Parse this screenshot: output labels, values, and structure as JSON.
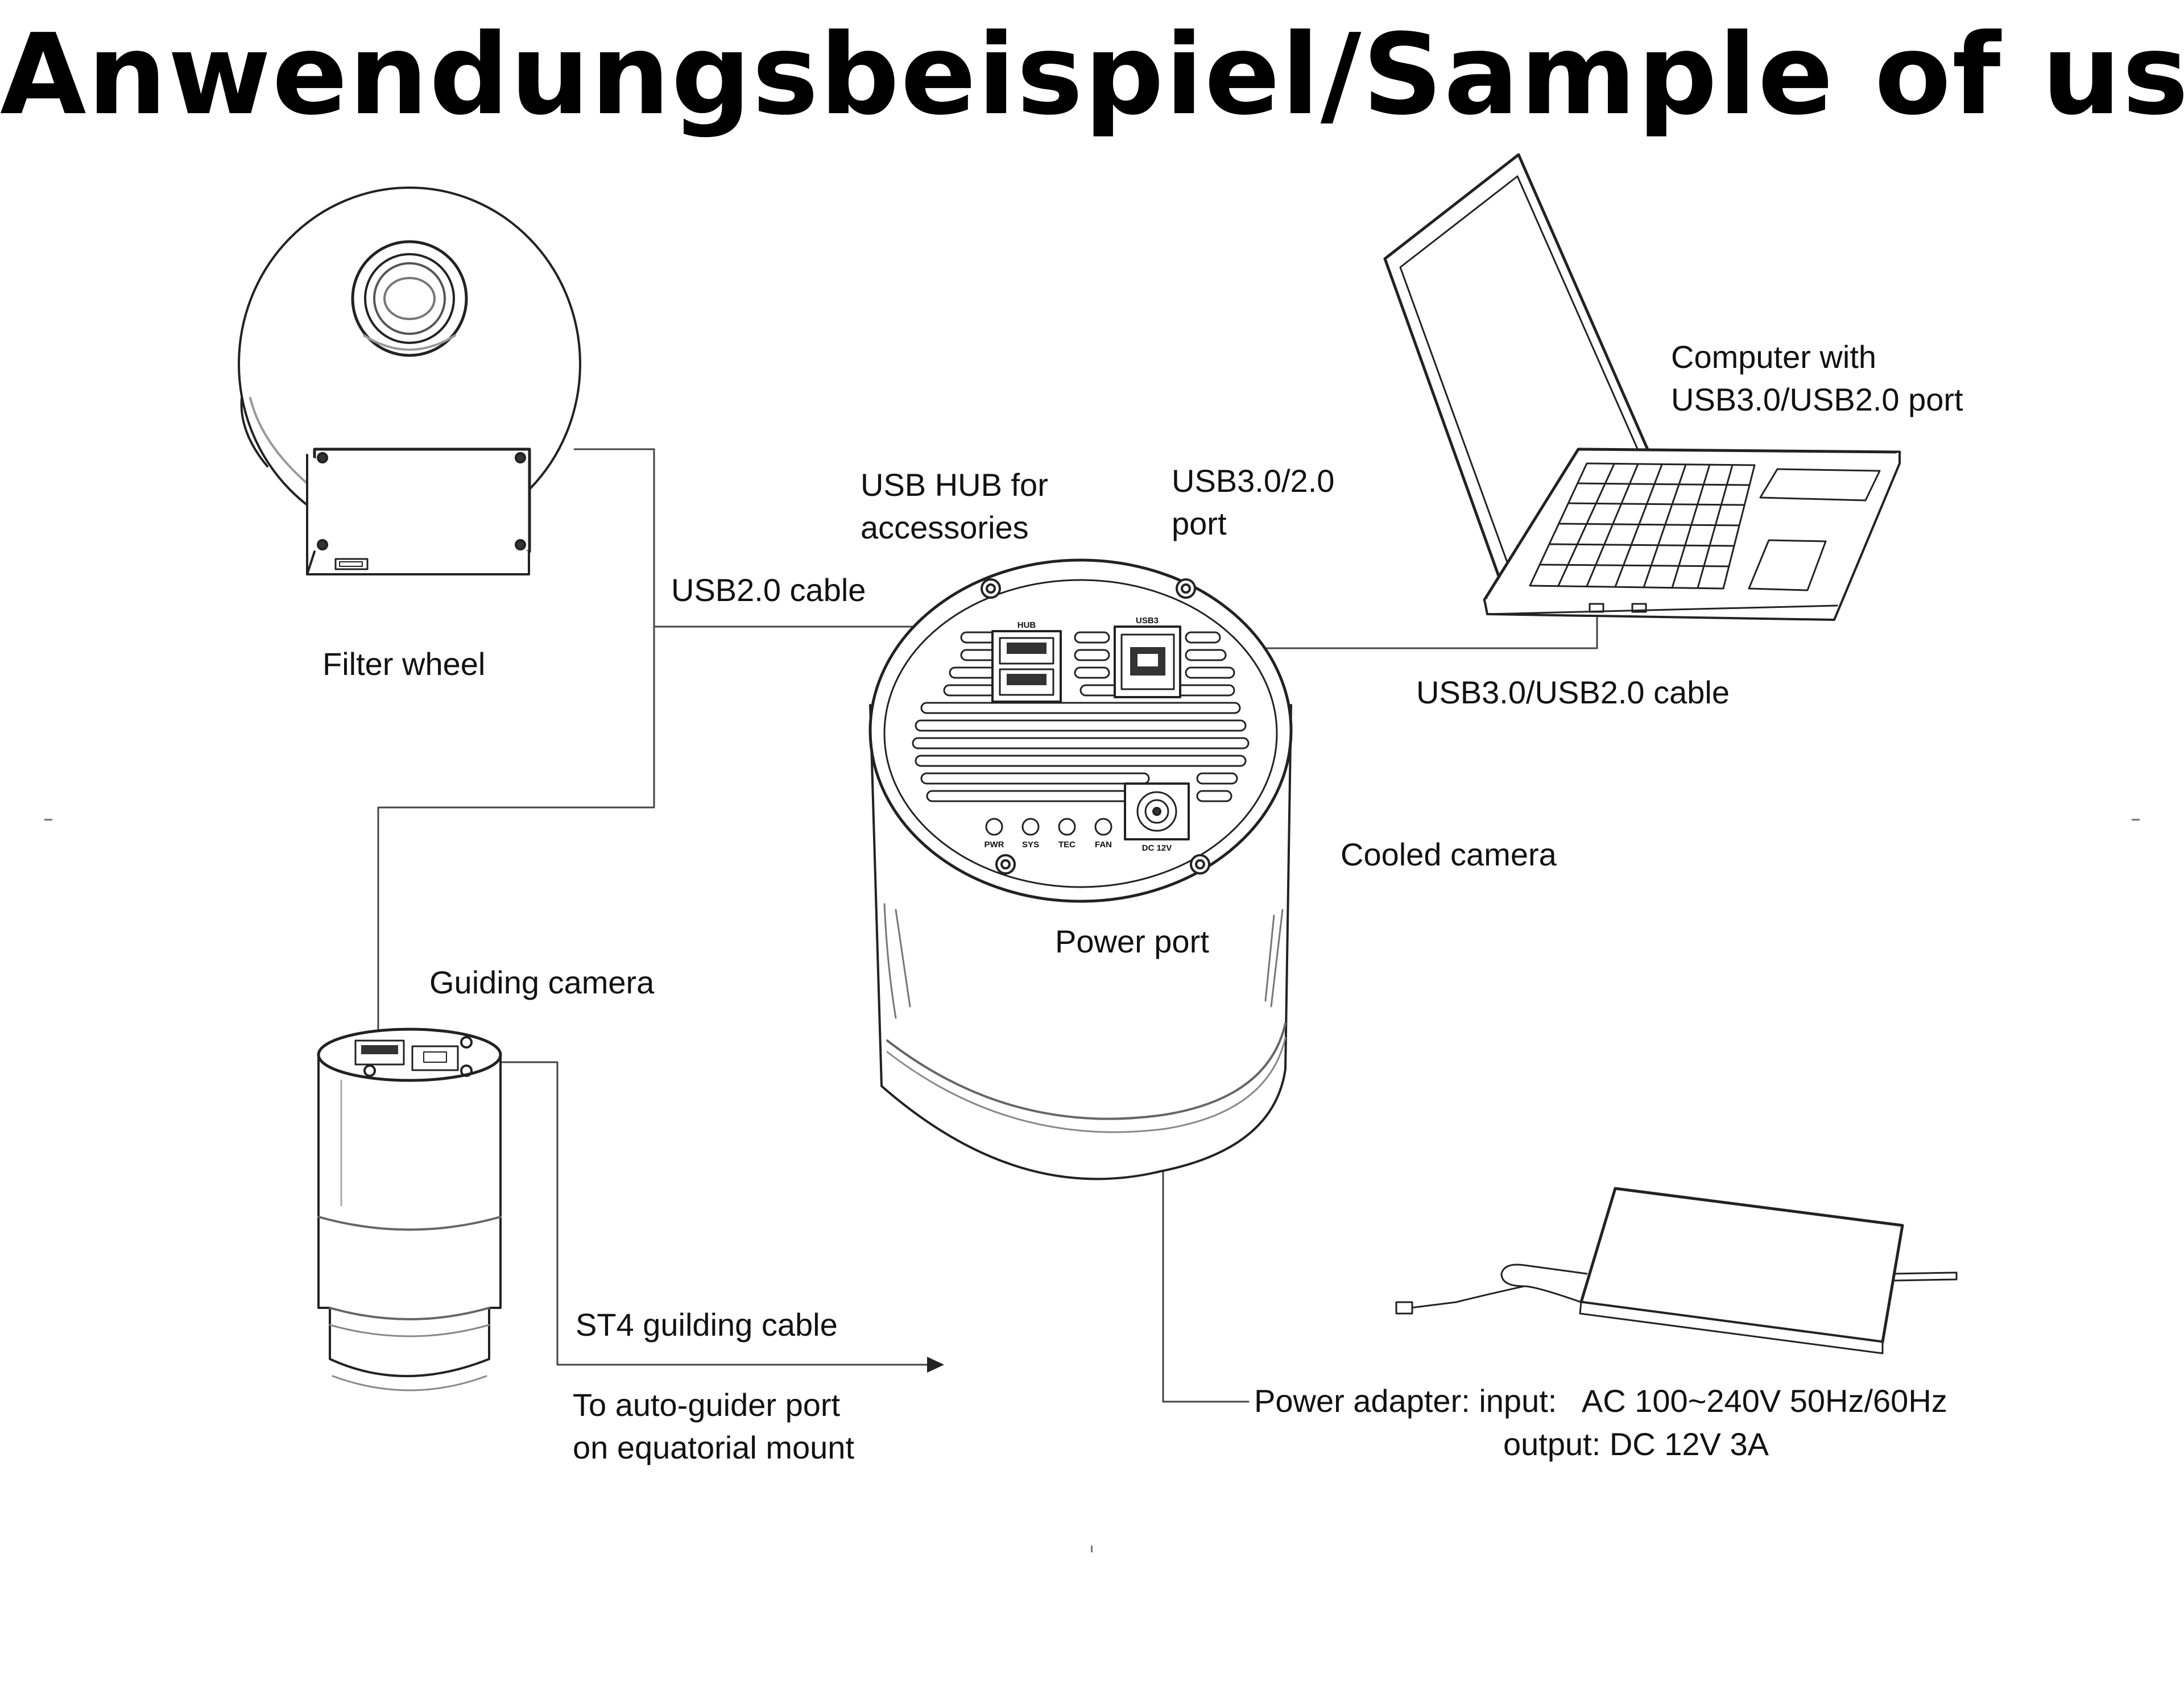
{
  "title": "Anwendungsbeispiel/Sample of use",
  "labels": {
    "filter_wheel": "Filter wheel",
    "usb2_cable": "USB2.0 cable",
    "usb_hub_line1": "USB HUB for",
    "usb_hub_line2": "accessories",
    "usb3_port_line1": "USB3.0/2.0",
    "usb3_port_line2": "port",
    "computer_line1": "Computer with",
    "computer_line2": "USB3.0/USB2.0 port",
    "usb3_cable": "USB3.0/USB2.0 cable",
    "cooled_camera": "Cooled camera",
    "power_port": "Power port",
    "guiding_camera": "Guiding camera",
    "st4_cable": "ST4 guilding cable",
    "autoguider_line1": "To auto-guider port",
    "autoguider_line2": "on equatorial mount",
    "power_adapter_line1": "Power adapter: input:   AC 100~240V 50Hz/60Hz",
    "power_adapter_line2": "output: DC 12V 3A"
  },
  "camera_panel": {
    "hub": "HUB",
    "usb3": "USB3",
    "pwr": "PWR",
    "sys": "SYS",
    "tec": "TEC",
    "fan": "FAN",
    "dc12v": "DC 12V"
  }
}
